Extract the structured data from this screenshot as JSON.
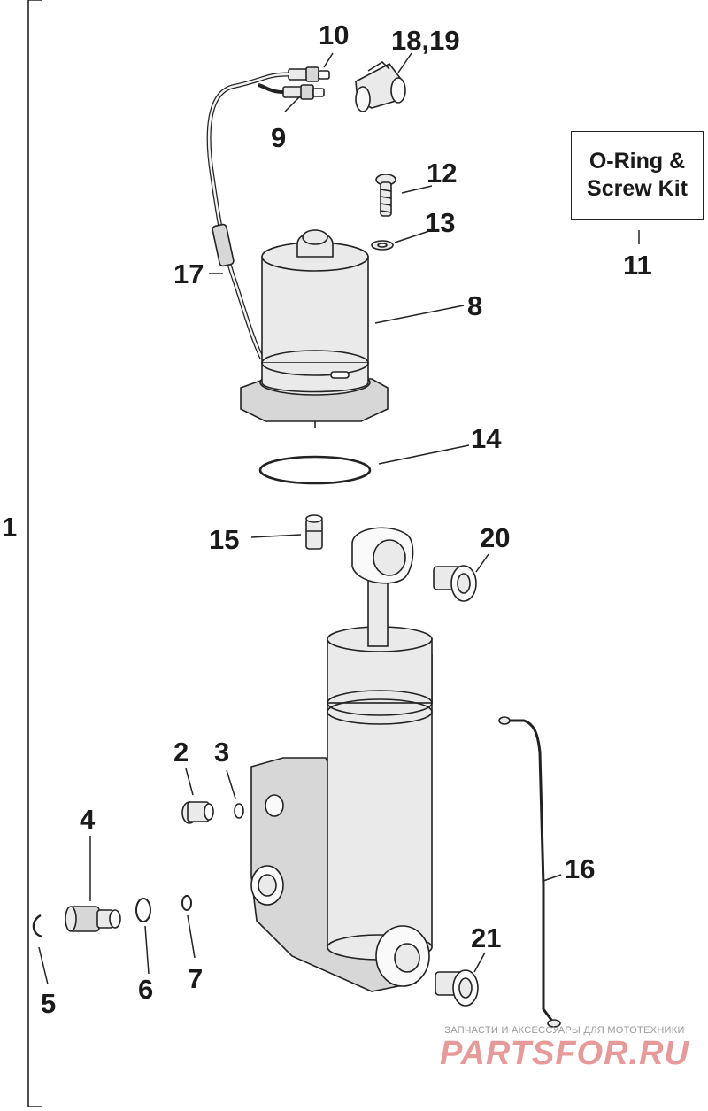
{
  "labels": {
    "l1": "1",
    "l2": "2",
    "l3": "3",
    "l4": "4",
    "l5": "5",
    "l6": "6",
    "l7": "7",
    "l8": "8",
    "l9": "9",
    "l10": "10",
    "l11": "11",
    "l12": "12",
    "l13": "13",
    "l14": "14",
    "l15": "15",
    "l16": "16",
    "l17": "17",
    "l18_19": "18,19",
    "l20": "20",
    "l21": "21"
  },
  "kit_box": {
    "line1": "O-Ring &",
    "line2": "Screw Kit"
  },
  "watermark": {
    "tagline": "ЗАПЧАСТИ И АКСЕССУАРЫ ДЛЯ МОТОТЕХНИКИ",
    "brand": "PARTSFOR.RU"
  }
}
